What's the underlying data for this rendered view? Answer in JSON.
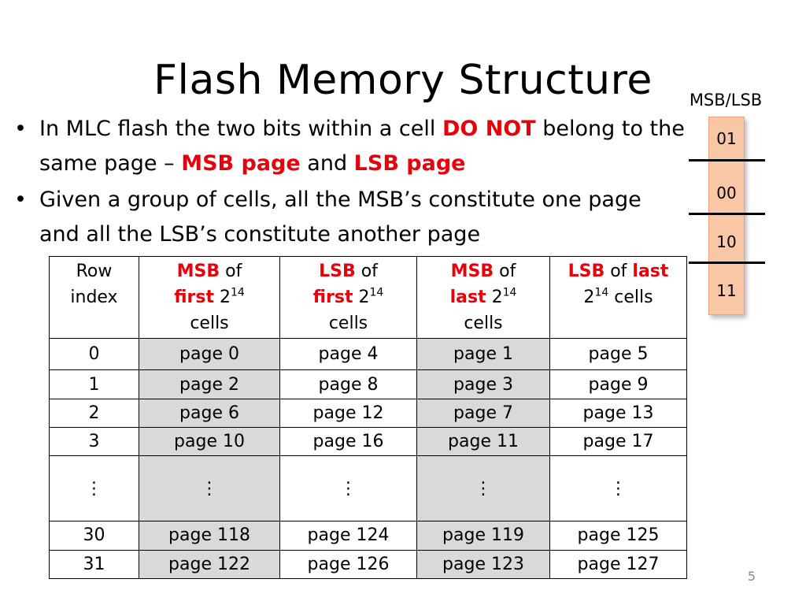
{
  "title": "Flash Memory Structure",
  "bullets": [
    {
      "part1": "In MLC flash the two bits within a cell ",
      "emph1": "DO NOT",
      "part2": " belong to the same page – ",
      "emph2": "MSB page",
      "part3": " and ",
      "emph3": "LSB page"
    },
    {
      "text": "Given a group of cells, all the MSB’s constitute one page and all the LSB’s constitute another page"
    }
  ],
  "cell_diagram": {
    "label": "MSB/LSB",
    "values": [
      "01",
      "00",
      "10",
      "11"
    ]
  },
  "table": {
    "header": {
      "row_index": [
        "Row",
        "index"
      ],
      "col1": {
        "emph1": "MSB",
        "t1": " of",
        "emph2": "first",
        "t2": " 2",
        "sup": "14",
        "t3": "cells"
      },
      "col2": {
        "emph1": "LSB",
        "t1": " of",
        "emph2": "first",
        "t2": " 2",
        "sup": "14",
        "t3": "cells"
      },
      "col3": {
        "emph1": "MSB",
        "t1": " of",
        "emph2": "last",
        "t2": " 2",
        "sup": "14",
        "t3": "cells"
      },
      "col4": {
        "emph1": "LSB",
        "t1": " of ",
        "emph2": "last",
        "t2": "2",
        "sup": "14",
        "t3": " cells"
      }
    },
    "rows": [
      [
        "0",
        "page 0",
        "page 4",
        "page 1",
        "page 5"
      ],
      [
        "1",
        "page 2",
        "page 8",
        "page 3",
        "page 9"
      ],
      [
        "2",
        " page 6",
        "page 12",
        "page 7",
        "page 13"
      ],
      [
        "3",
        " page 10",
        "page 16",
        "page 11",
        "page 17"
      ],
      [
        "⋮",
        "⋮",
        "⋮",
        "⋮",
        "⋮"
      ],
      [
        "30",
        "page 118",
        "page 124",
        "page 119",
        "page 125"
      ],
      [
        "31",
        "page 122",
        "page 126",
        "page 123",
        "page 127"
      ]
    ]
  },
  "page_number": "5"
}
